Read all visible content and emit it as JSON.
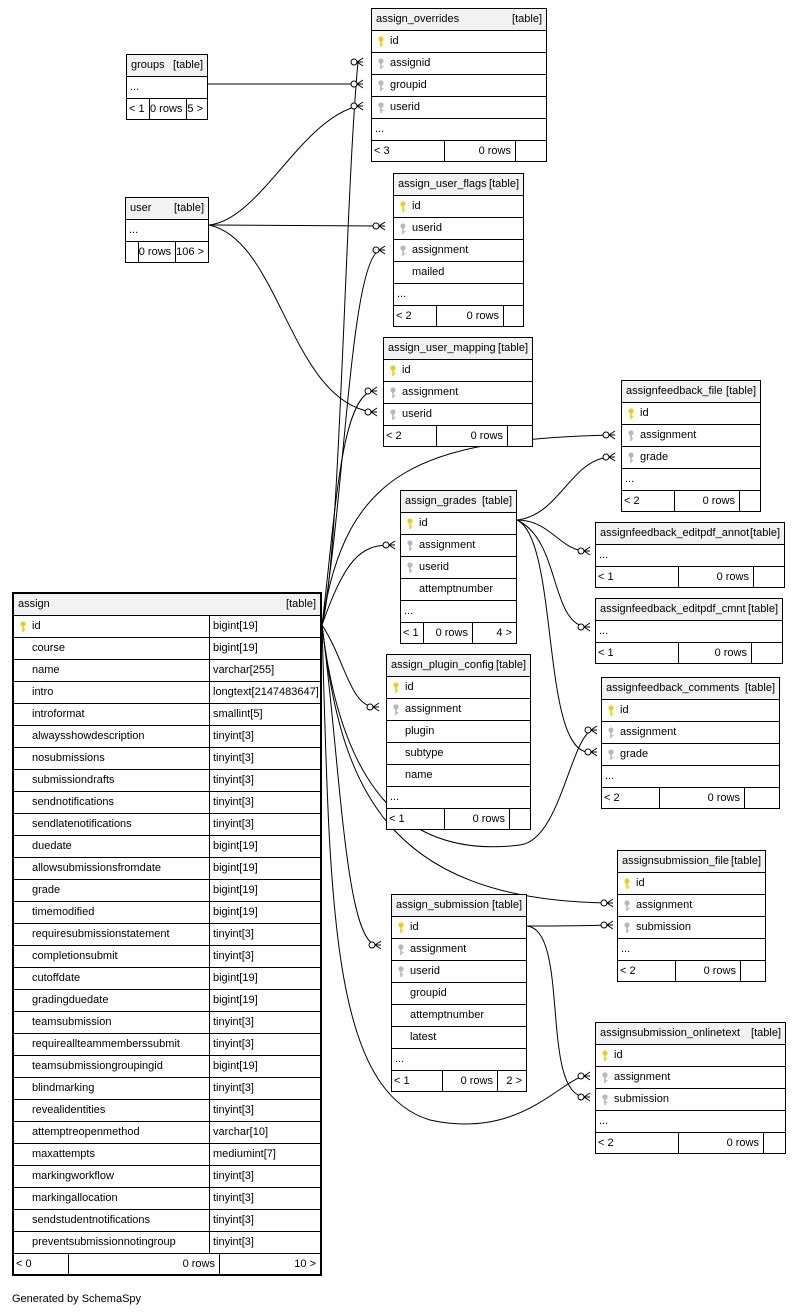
{
  "footer_note": "Generated by SchemaSpy",
  "label_table": "[table]",
  "tables": {
    "assign": {
      "name": "assign",
      "columns": [
        {
          "name": "id",
          "type": "bigint[19]",
          "key": "primary"
        },
        {
          "name": "course",
          "type": "bigint[19]",
          "key": ""
        },
        {
          "name": "name",
          "type": "varchar[255]",
          "key": ""
        },
        {
          "name": "intro",
          "type": "longtext[2147483647]",
          "key": ""
        },
        {
          "name": "introformat",
          "type": "smallint[5]",
          "key": ""
        },
        {
          "name": "alwaysshowdescription",
          "type": "tinyint[3]",
          "key": ""
        },
        {
          "name": "nosubmissions",
          "type": "tinyint[3]",
          "key": ""
        },
        {
          "name": "submissiondrafts",
          "type": "tinyint[3]",
          "key": ""
        },
        {
          "name": "sendnotifications",
          "type": "tinyint[3]",
          "key": ""
        },
        {
          "name": "sendlatenotifications",
          "type": "tinyint[3]",
          "key": ""
        },
        {
          "name": "duedate",
          "type": "bigint[19]",
          "key": ""
        },
        {
          "name": "allowsubmissionsfromdate",
          "type": "bigint[19]",
          "key": ""
        },
        {
          "name": "grade",
          "type": "bigint[19]",
          "key": ""
        },
        {
          "name": "timemodified",
          "type": "bigint[19]",
          "key": ""
        },
        {
          "name": "requiresubmissionstatement",
          "type": "tinyint[3]",
          "key": ""
        },
        {
          "name": "completionsubmit",
          "type": "tinyint[3]",
          "key": ""
        },
        {
          "name": "cutoffdate",
          "type": "bigint[19]",
          "key": ""
        },
        {
          "name": "gradingduedate",
          "type": "bigint[19]",
          "key": ""
        },
        {
          "name": "teamsubmission",
          "type": "tinyint[3]",
          "key": ""
        },
        {
          "name": "requireallteammemberssubmit",
          "type": "tinyint[3]",
          "key": ""
        },
        {
          "name": "teamsubmissiongroupingid",
          "type": "bigint[19]",
          "key": ""
        },
        {
          "name": "blindmarking",
          "type": "tinyint[3]",
          "key": ""
        },
        {
          "name": "revealidentities",
          "type": "tinyint[3]",
          "key": ""
        },
        {
          "name": "attemptreopenmethod",
          "type": "varchar[10]",
          "key": ""
        },
        {
          "name": "maxattempts",
          "type": "mediumint[7]",
          "key": ""
        },
        {
          "name": "markingworkflow",
          "type": "tinyint[3]",
          "key": ""
        },
        {
          "name": "markingallocation",
          "type": "tinyint[3]",
          "key": ""
        },
        {
          "name": "sendstudentnotifications",
          "type": "tinyint[3]",
          "key": ""
        },
        {
          "name": "preventsubmissionnotingroup",
          "type": "tinyint[3]",
          "key": ""
        }
      ],
      "footer": [
        "< 0",
        "0 rows",
        "10 >"
      ]
    },
    "assign_overrides": {
      "name": "assign_overrides",
      "columns": [
        {
          "name": "id",
          "key": "primary"
        },
        {
          "name": "assignid",
          "key": "foreign"
        },
        {
          "name": "groupid",
          "key": "foreign"
        },
        {
          "name": "userid",
          "key": "foreign"
        }
      ],
      "dots": "...",
      "footer": [
        "< 3",
        "0 rows",
        ""
      ]
    },
    "groups": {
      "name": "groups",
      "columns": [],
      "dots": "...",
      "footer": [
        "< 1",
        "0 rows",
        "5 >"
      ]
    },
    "user": {
      "name": "user",
      "columns": [],
      "dots": "...",
      "footer": [
        "",
        "0 rows",
        "106 >"
      ]
    },
    "assign_user_flags": {
      "name": "assign_user_flags",
      "columns": [
        {
          "name": "id",
          "key": "primary"
        },
        {
          "name": "userid",
          "key": "foreign"
        },
        {
          "name": "assignment",
          "key": "foreign"
        },
        {
          "name": "mailed",
          "key": ""
        }
      ],
      "dots": "...",
      "footer": [
        "< 2",
        "0 rows",
        ""
      ]
    },
    "assign_user_mapping": {
      "name": "assign_user_mapping",
      "columns": [
        {
          "name": "id",
          "key": "primary"
        },
        {
          "name": "assignment",
          "key": "foreign"
        },
        {
          "name": "userid",
          "key": "foreign"
        }
      ],
      "dots": "",
      "footer": [
        "< 2",
        "0 rows",
        ""
      ]
    },
    "assignfeedback_file": {
      "name": "assignfeedback_file",
      "columns": [
        {
          "name": "id",
          "key": "primary"
        },
        {
          "name": "assignment",
          "key": "foreign"
        },
        {
          "name": "grade",
          "key": "foreign"
        }
      ],
      "dots": "...",
      "footer": [
        "< 2",
        "0 rows",
        ""
      ]
    },
    "assign_grades": {
      "name": "assign_grades",
      "columns": [
        {
          "name": "id",
          "key": "primary"
        },
        {
          "name": "assignment",
          "key": "foreign"
        },
        {
          "name": "userid",
          "key": "foreign"
        },
        {
          "name": "attemptnumber",
          "key": ""
        }
      ],
      "dots": "...",
      "footer": [
        "< 1",
        "0 rows",
        "4 >"
      ]
    },
    "assignfeedback_editpdf_annot": {
      "name": "assignfeedback_editpdf_annot",
      "columns": [],
      "dots": "...",
      "footer": [
        "< 1",
        "0 rows",
        ""
      ]
    },
    "assignfeedback_editpdf_cmnt": {
      "name": "assignfeedback_editpdf_cmnt",
      "columns": [],
      "dots": "...",
      "footer": [
        "< 1",
        "0 rows",
        ""
      ]
    },
    "assign_plugin_config": {
      "name": "assign_plugin_config",
      "columns": [
        {
          "name": "id",
          "key": "primary"
        },
        {
          "name": "assignment",
          "key": "foreign"
        },
        {
          "name": "plugin",
          "key": ""
        },
        {
          "name": "subtype",
          "key": ""
        },
        {
          "name": "name",
          "key": ""
        }
      ],
      "dots": "...",
      "footer": [
        "< 1",
        "0 rows",
        ""
      ]
    },
    "assignfeedback_comments": {
      "name": "assignfeedback_comments",
      "columns": [
        {
          "name": "id",
          "key": "primary"
        },
        {
          "name": "assignment",
          "key": "foreign"
        },
        {
          "name": "grade",
          "key": "foreign"
        }
      ],
      "dots": "...",
      "footer": [
        "< 2",
        "0 rows",
        ""
      ]
    },
    "assignsubmission_file": {
      "name": "assignsubmission_file",
      "columns": [
        {
          "name": "id",
          "key": "primary"
        },
        {
          "name": "assignment",
          "key": "foreign"
        },
        {
          "name": "submission",
          "key": "foreign"
        }
      ],
      "dots": "...",
      "footer": [
        "< 2",
        "0 rows",
        ""
      ]
    },
    "assign_submission": {
      "name": "assign_submission",
      "columns": [
        {
          "name": "id",
          "key": "primary"
        },
        {
          "name": "assignment",
          "key": "foreign"
        },
        {
          "name": "userid",
          "key": "foreign"
        },
        {
          "name": "groupid",
          "key": ""
        },
        {
          "name": "attemptnumber",
          "key": ""
        },
        {
          "name": "latest",
          "key": ""
        }
      ],
      "dots": "...",
      "footer": [
        "< 1",
        "0 rows",
        "2 >"
      ]
    },
    "assignsubmission_onlinetext": {
      "name": "assignsubmission_onlinetext",
      "columns": [
        {
          "name": "id",
          "key": "primary"
        },
        {
          "name": "assignment",
          "key": "foreign"
        },
        {
          "name": "submission",
          "key": "foreign"
        }
      ],
      "dots": "...",
      "footer": [
        "< 2",
        "0 rows",
        ""
      ]
    }
  },
  "relationships": [
    {
      "from": "assign_overrides.assignid",
      "to": "assign.id"
    },
    {
      "from": "assign_overrides.groupid",
      "to": "groups.id"
    },
    {
      "from": "assign_overrides.userid",
      "to": "user.id"
    },
    {
      "from": "assign_user_flags.userid",
      "to": "user.id"
    },
    {
      "from": "assign_user_flags.assignment",
      "to": "assign.id"
    },
    {
      "from": "assign_user_mapping.assignment",
      "to": "assign.id"
    },
    {
      "from": "assign_user_mapping.userid",
      "to": "user.id"
    },
    {
      "from": "assignfeedback_file.assignment",
      "to": "assign.id"
    },
    {
      "from": "assignfeedback_file.grade",
      "to": "assign_grades.id"
    },
    {
      "from": "assign_grades.assignment",
      "to": "assign.id"
    },
    {
      "from": "assignfeedback_editpdf_annot",
      "to": "assign_grades.id"
    },
    {
      "from": "assignfeedback_editpdf_cmnt",
      "to": "assign_grades.id"
    },
    {
      "from": "assign_plugin_config.assignment",
      "to": "assign.id"
    },
    {
      "from": "assignfeedback_comments.assignment",
      "to": "assign.id"
    },
    {
      "from": "assignfeedback_comments.grade",
      "to": "assign_grades.id"
    },
    {
      "from": "assignsubmission_file.assignment",
      "to": "assign.id"
    },
    {
      "from": "assignsubmission_file.submission",
      "to": "assign_submission.id"
    },
    {
      "from": "assign_submission.assignment",
      "to": "assign.id"
    },
    {
      "from": "assignsubmission_onlinetext.assignment",
      "to": "assign.id"
    },
    {
      "from": "assignsubmission_onlinetext.submission",
      "to": "assign_submission.id"
    }
  ]
}
